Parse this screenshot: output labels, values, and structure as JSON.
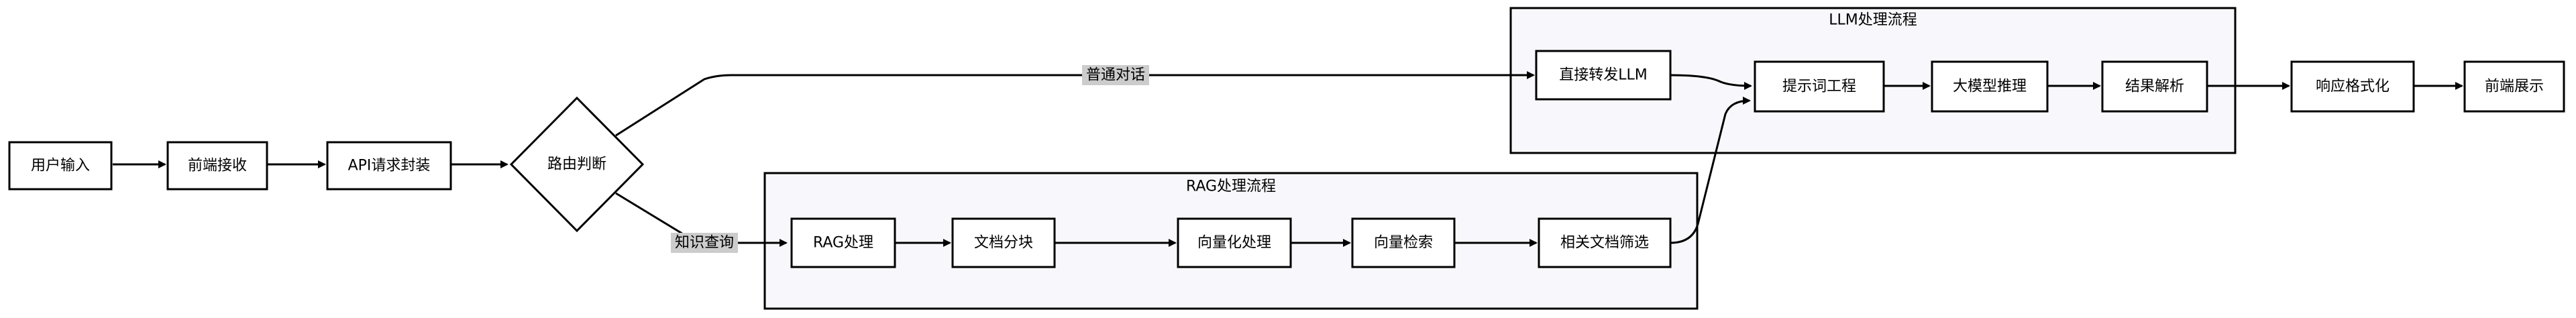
{
  "groups": {
    "llm": {
      "title": "LLM处理流程"
    },
    "rag": {
      "title": "RAG处理流程"
    }
  },
  "nodes": {
    "user_input": "用户输入",
    "frontend_receive": "前端接收",
    "api_wrap": "API请求封装",
    "route_decision": "路由判断",
    "direct_llm": "直接转发LLM",
    "prompt_eng": "提示词工程",
    "llm_infer": "大模型推理",
    "result_parse": "结果解析",
    "response_format": "响应格式化",
    "frontend_display": "前端展示",
    "rag_process": "RAG处理",
    "doc_chunk": "文档分块",
    "vectorize": "向量化处理",
    "vector_search": "向量检索",
    "doc_filter": "相关文档筛选"
  },
  "edge_labels": {
    "normal_chat": "普通对话",
    "knowledge_query": "知识查询"
  }
}
